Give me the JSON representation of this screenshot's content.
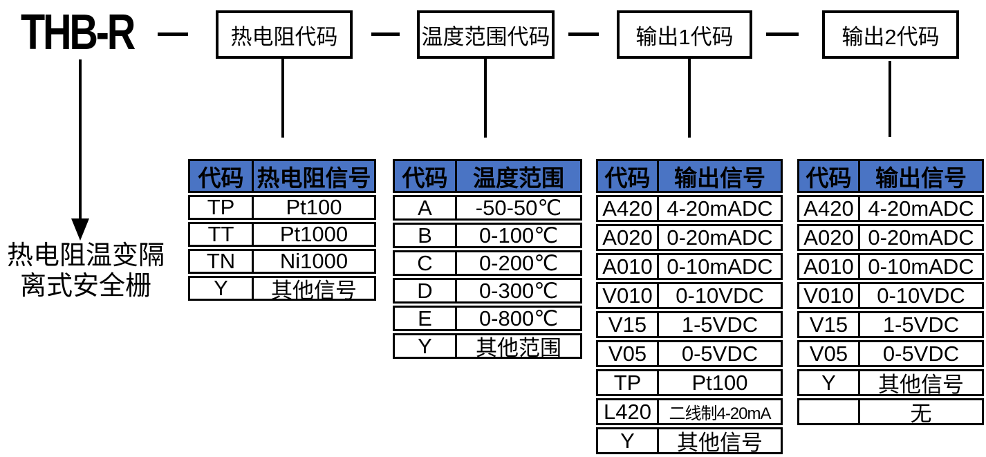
{
  "model": {
    "title": "THB-R",
    "description_lines": [
      "热电阻温变隔",
      "离式安全栅"
    ]
  },
  "top_boxes": [
    {
      "label": "热电阻代码"
    },
    {
      "label": "温度范围代码"
    },
    {
      "label": "输出1代码"
    },
    {
      "label": "输出2代码"
    }
  ],
  "colors": {
    "header_bg": "#4a74c4",
    "line": "#000000",
    "background": "#ffffff"
  },
  "tables": [
    {
      "headers": [
        "代码",
        "热电阻信号"
      ],
      "rows": [
        [
          "TP",
          "Pt100"
        ],
        [
          "TT",
          "Pt1000"
        ],
        [
          "TN",
          "Ni1000"
        ],
        [
          "Y",
          "其他信号"
        ]
      ]
    },
    {
      "headers": [
        "代码",
        "温度范围"
      ],
      "rows": [
        [
          "A",
          "-50-50℃"
        ],
        [
          "B",
          "0-100℃"
        ],
        [
          "C",
          "0-200℃"
        ],
        [
          "D",
          "0-300℃"
        ],
        [
          "E",
          "0-800℃"
        ],
        [
          "Y",
          "其他范围"
        ]
      ]
    },
    {
      "headers": [
        "代码",
        "输出信号"
      ],
      "rows": [
        [
          "A420",
          "4-20mADC"
        ],
        [
          "A020",
          "0-20mADC"
        ],
        [
          "A010",
          "0-10mADC"
        ],
        [
          "V010",
          "0-10VDC"
        ],
        [
          "V15",
          "1-5VDC"
        ],
        [
          "V05",
          "0-5VDC"
        ],
        [
          "TP",
          "Pt100"
        ],
        [
          "L420",
          "二线制4-20mA"
        ],
        [
          "Y",
          "其他信号"
        ]
      ]
    },
    {
      "headers": [
        "代码",
        "输出信号"
      ],
      "rows": [
        [
          "A420",
          "4-20mADC"
        ],
        [
          "A020",
          "0-20mADC"
        ],
        [
          "A010",
          "0-10mADC"
        ],
        [
          "V010",
          "0-10VDC"
        ],
        [
          "V15",
          "1-5VDC"
        ],
        [
          "V05",
          "0-5VDC"
        ],
        [
          "Y",
          "其他信号"
        ],
        [
          "",
          "无"
        ]
      ]
    }
  ]
}
